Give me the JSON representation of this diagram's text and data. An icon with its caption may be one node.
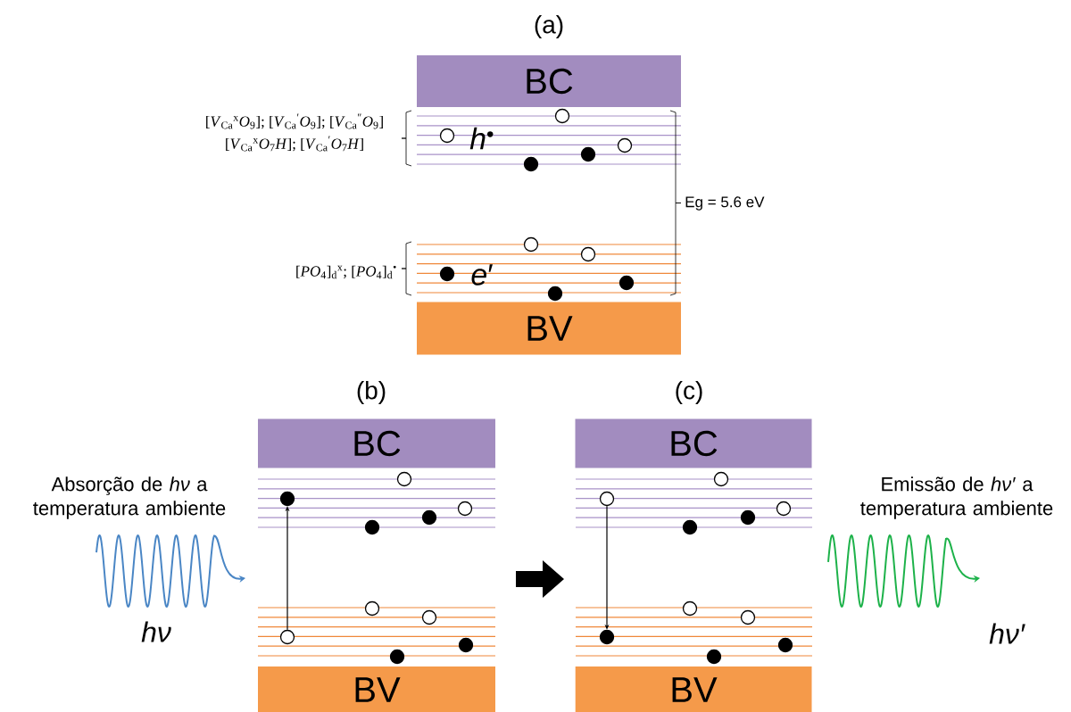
{
  "diagram": {
    "nodes": [
      {
        "text": [
          "BC"
        ]
      },
      {
        "text": [
          "BV"
        ]
      },
      {
        "text": [
          "BC"
        ]
      },
      {
        "text": [
          "BV"
        ]
      },
      {
        "text": [
          "BC"
        ]
      },
      {
        "text": [
          "BV"
        ]
      },
      {
        "text": [],
        "shape": "circle"
      },
      {
        "text": [],
        "shape": "circle"
      },
      {
        "text": [],
        "shape": "circle"
      },
      {
        "text": [],
        "shape": "circle"
      },
      {
        "text": [],
        "shape": "circle"
      },
      {
        "text": [],
        "shape": "circle"
      },
      {
        "text": [],
        "shape": "circle"
      },
      {
        "text": [],
        "shape": "circle"
      },
      {
        "text": [],
        "shape": "circle"
      },
      {
        "text": [],
        "shape": "circle"
      },
      {
        "text": [],
        "shape": "circle"
      },
      {
        "text": [],
        "shape": "circle"
      },
      {
        "text": [],
        "shape": "circle"
      },
      {
        "text": [],
        "shape": "circle"
      },
      {
        "text": [],
        "shape": "circle"
      },
      {
        "text": [],
        "shape": "circle"
      },
      {
        "text": [],
        "shape": "circle"
      },
      {
        "text": [],
        "shape": "circle"
      },
      {
        "text": [],
        "shape": "circle"
      },
      {
        "text": [],
        "shape": "circle"
      },
      {
        "text": [],
        "shape": "circle"
      },
      {
        "text": [],
        "shape": "circle"
      },
      {
        "text": [],
        "shape": "circle"
      },
      {
        "text": [],
        "shape": "circle"
      },
      {
        "text": [],
        "shape": "circle"
      },
      {
        "text": [],
        "shape": "circle"
      },
      {
        "text": [],
        "shape": "circle"
      },
      {
        "text": [],
        "shape": "circle"
      },
      {
        "text": [],
        "shape": "circle"
      },
      {
        "text": [],
        "shape": "circle"
      }
    ],
    "edges": [
      {
        "from": 23,
        "to": 17,
        "arrow": "to"
      },
      {
        "from": 27,
        "to": 33,
        "arrow": "to"
      }
    ],
    "labels": [
      "(a)",
      "[*V*$_{Ca}$$^{x}$*O*$_{9}$]; [*V*$_{Ca}$$^{′}$*O*$_{9}$]; [*V*$_{Ca}$$^{″}$*O*$_{9}$]",
      "*h*$^{•}$",
      "[*V*$_{Ca}$$^{x}$*O*$_{7}$*H*]; [*V*$_{Ca}$$^{′}$*O*$_{7}$*H*]",
      "Eg = 5.6 eV",
      "[*PO*$_{4}$]$_{d}$$^{x}$; [*PO*$_{4}$]$_{d}$$^{•}$",
      "*e*′",
      "(b)",
      "(c)",
      "Absorção de *hν* a temperatura ambiente",
      "Emissão de *hν′* a temperatura ambiente",
      "hν",
      "hν′"
    ]
  }
}
